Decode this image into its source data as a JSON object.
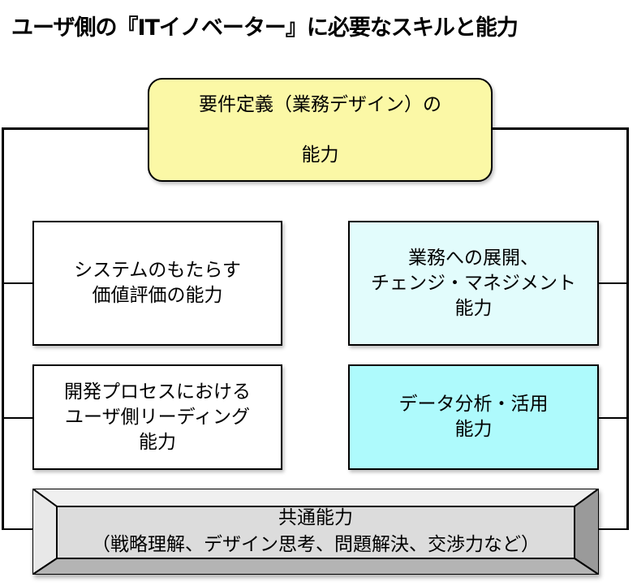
{
  "title": "ユーザ側の『ITイノベーター』に必要なスキルと能力",
  "diagram": {
    "top_box": {
      "line1": "要件定義（業務デザイン）の",
      "line2": "能力",
      "fill": "#fbf8a6"
    },
    "left_boxes": [
      {
        "text": "システムのもたらす\n価値評価の能力",
        "fill": "#ffffff"
      },
      {
        "text": "開発プロセスにおける\nユーザ側リーディング\n能力",
        "fill": "#ffffff"
      }
    ],
    "right_boxes": [
      {
        "text": "業務への展開、\nチェンジ・マネジメント\n能力",
        "fill": "#e2fcfc"
      },
      {
        "text": "データ分析・活用\n能力",
        "fill": "#aefafc"
      }
    ],
    "common_box": {
      "line1": "共通能力",
      "line2": "（戦略理解、デザイン思考、問題解決、交渉力など）",
      "fill": "#dcdcdc"
    }
  }
}
